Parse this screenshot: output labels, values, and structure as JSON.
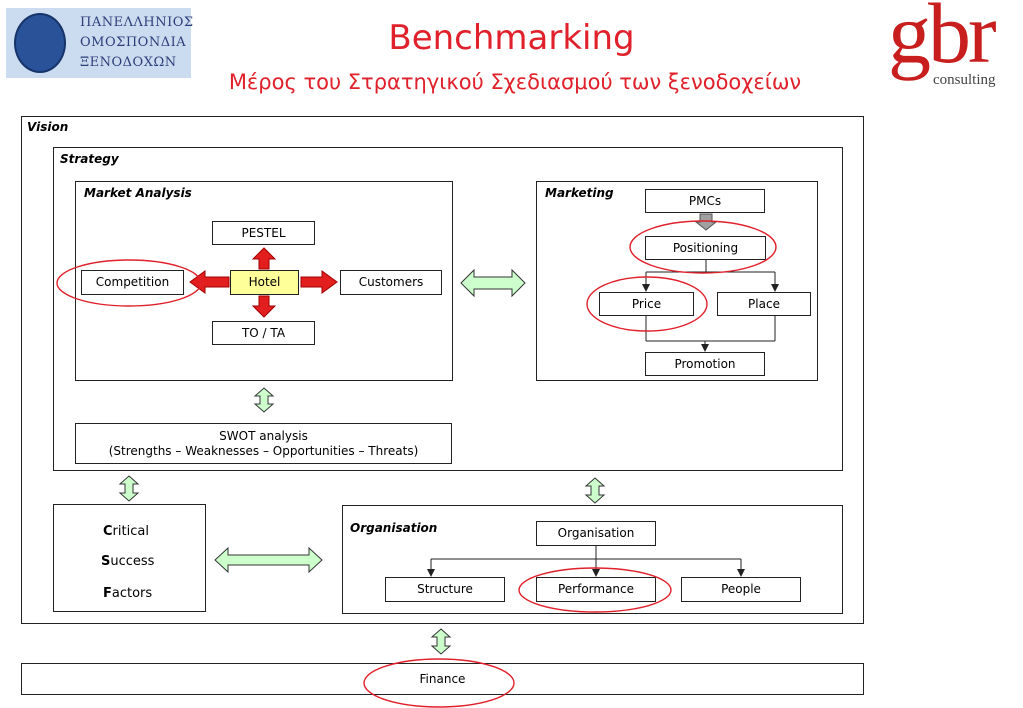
{
  "header": {
    "title": "Benchmarking",
    "subtitle": "Μέρος του Στρατηγικού Σχεδιασμού των ξενοδοχείων",
    "org_logo_lines": [
      "ΠΑΝΕΛΛΗΝΙΟΣ",
      "ΟΜΟΣΠΟΝΔΙΑ",
      "ΞΕΝΟΔΟΧΩΝ"
    ],
    "gbr_logo": "gbr",
    "gbr_logo_sub": "consulting"
  },
  "diagram": {
    "vision_label": "Vision",
    "strategy_label": "Strategy",
    "market_analysis": {
      "label": "Market Analysis",
      "pestel": "PESTEL",
      "hotel": "Hotel",
      "competition": "Competition",
      "customers": "Customers",
      "to_ta": "TO / TA"
    },
    "marketing": {
      "label": "Marketing",
      "pmcs": "PMCs",
      "positioning": "Positioning",
      "price": "Price",
      "place": "Place",
      "promotion": "Promotion"
    },
    "swot": {
      "line1": "SWOT analysis",
      "line2": "(Strengths – Weaknesses – Opportunities – Threats)"
    },
    "csf": {
      "critical_initial": "C",
      "critical_rest": "ritical",
      "success_initial": "S",
      "success_rest": "uccess",
      "factors_initial": "F",
      "factors_rest": "actors"
    },
    "organisation": {
      "label": "Organisation",
      "top": "Organisation",
      "structure": "Structure",
      "performance": "Performance",
      "people": "People"
    },
    "finance": "Finance",
    "colors": {
      "accent_red": "#e0202a",
      "hotel_fill": "#ffff99",
      "double_arrow_fill": "#ccffcc",
      "red_arrow": "#e31e1e"
    }
  }
}
